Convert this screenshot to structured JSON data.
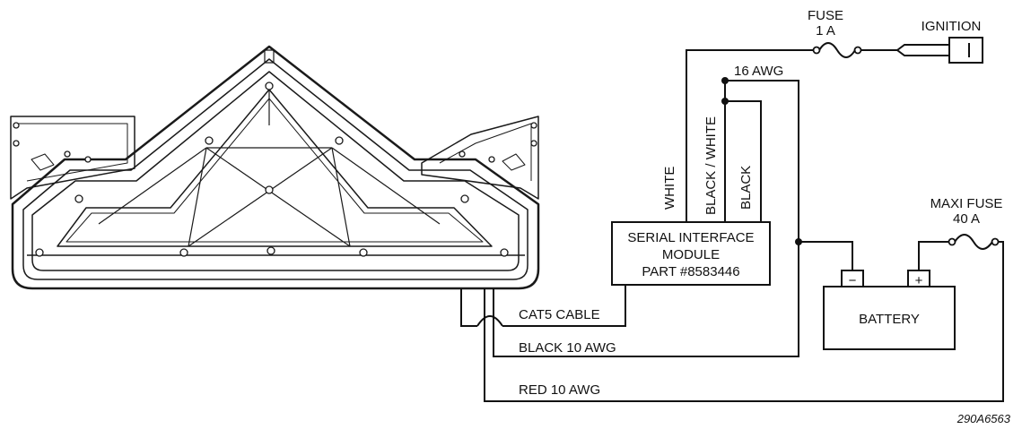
{
  "labels": {
    "fuse_title": "FUSE",
    "fuse_rating": "1 A",
    "ignition": "IGNITION",
    "gauge_16": "16 AWG",
    "white": "WHITE",
    "black_white": "BLACK / WHITE",
    "black": "BLACK",
    "module_line1": "SERIAL INTERFACE",
    "module_line2": "MODULE",
    "module_line3": "PART #8583446",
    "cat5": "CAT5 CABLE",
    "black_10": "BLACK 10 AWG",
    "red_10": "RED 10 AWG",
    "maxi_fuse_title": "MAXI FUSE",
    "maxi_fuse_rating": "40 A",
    "battery": "BATTERY",
    "minus": "−",
    "plus": "+",
    "ref_number": "290A6563"
  },
  "icons": [
    "fixture-drawing",
    "fuse-icon",
    "ignition-key-icon",
    "battery-icon",
    "maxi-fuse-icon",
    "wire-crossover-icon"
  ],
  "colors": {
    "line": "#111111",
    "background": "#ffffff"
  }
}
